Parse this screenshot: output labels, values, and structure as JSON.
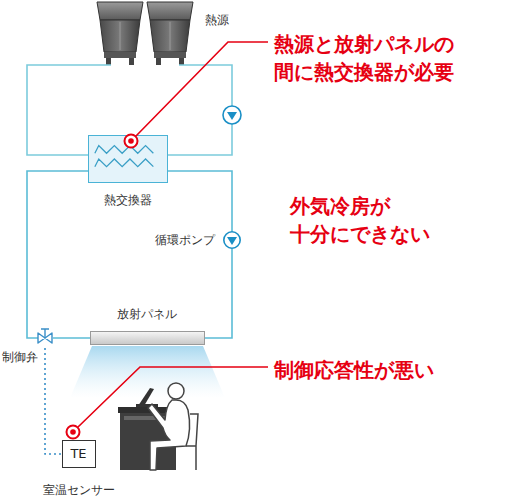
{
  "diagram": {
    "nodes": [
      {
        "text": [
          "熱源"
        ]
      },
      {
        "text": [
          "熱交換器"
        ]
      },
      {
        "text": [
          "循環ポンプ"
        ]
      },
      {
        "text": [
          "放射パネル"
        ]
      },
      {
        "text": [
          "制御弁"
        ]
      },
      {
        "text": [
          "TE",
          "室温センサー"
        ]
      }
    ],
    "edges": [
      {
        "from": 0,
        "to": 1,
        "arrow": "none"
      },
      {
        "from": 0,
        "to": 1,
        "arrow": "none"
      },
      {
        "from": 1,
        "to": 2,
        "arrow": "none"
      },
      {
        "from": 2,
        "to": 3,
        "arrow": "none"
      },
      {
        "from": 3,
        "to": 4,
        "arrow": "none"
      },
      {
        "from": 4,
        "to": 1,
        "arrow": "none"
      },
      {
        "from": 4,
        "to": 5,
        "arrow": "none"
      }
    ],
    "labels": [
      "熱源と放射パネルの 間に熱交換器が必要",
      "外気冷房が 十分にできない",
      "制御応答性が悪い"
    ]
  }
}
